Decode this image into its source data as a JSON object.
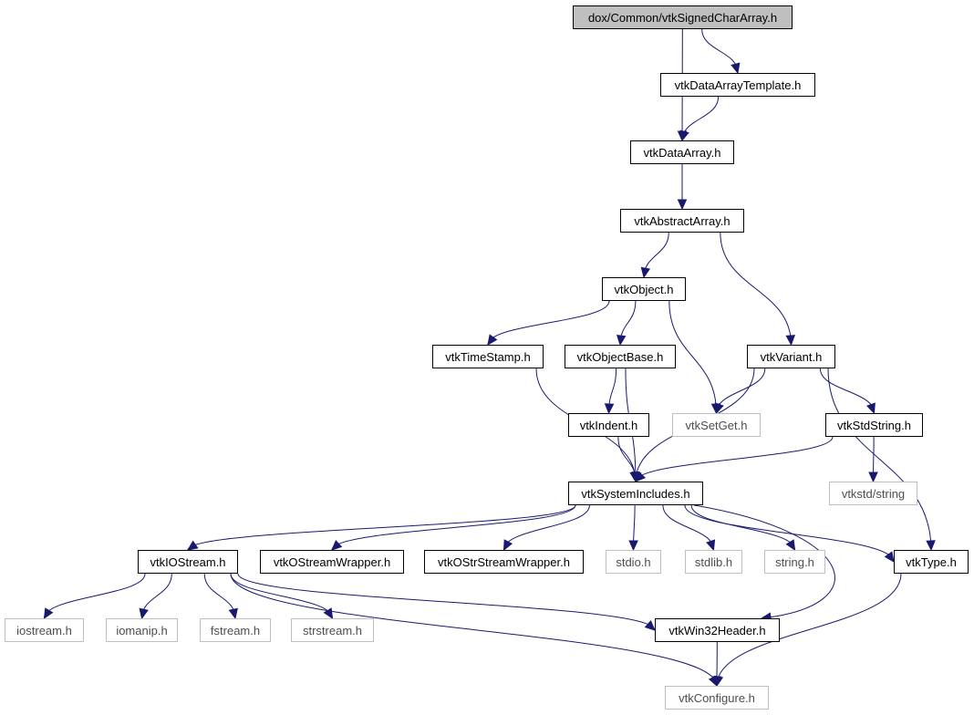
{
  "title": "dox/Common/vtkSignedCharArray.h",
  "colors": {
    "edge": "#191970",
    "root_fill": "#bfbfbf",
    "external_border": "#bfbfbf"
  },
  "nodes": [
    {
      "id": "root",
      "label": "dox/Common/vtkSignedCharArray.h",
      "kind": "root"
    },
    {
      "id": "tmpl",
      "label": "vtkDataArrayTemplate.h",
      "kind": "documented"
    },
    {
      "id": "darr",
      "label": "vtkDataArray.h",
      "kind": "documented"
    },
    {
      "id": "aarr",
      "label": "vtkAbstractArray.h",
      "kind": "documented"
    },
    {
      "id": "obj",
      "label": "vtkObject.h",
      "kind": "documented"
    },
    {
      "id": "ts",
      "label": "vtkTimeStamp.h",
      "kind": "documented"
    },
    {
      "id": "ob",
      "label": "vtkObjectBase.h",
      "kind": "documented"
    },
    {
      "id": "var",
      "label": "vtkVariant.h",
      "kind": "documented"
    },
    {
      "id": "setget",
      "label": "vtkSetGet.h",
      "kind": "external"
    },
    {
      "id": "ind",
      "label": "vtkIndent.h",
      "kind": "documented"
    },
    {
      "id": "stds",
      "label": "vtkStdString.h",
      "kind": "documented"
    },
    {
      "id": "vstr",
      "label": "vtkstd/string",
      "kind": "external"
    },
    {
      "id": "sys",
      "label": "vtkSystemIncludes.h",
      "kind": "documented"
    },
    {
      "id": "ios",
      "label": "vtkIOStream.h",
      "kind": "documented"
    },
    {
      "id": "osw",
      "label": "vtkOStreamWrapper.h",
      "kind": "documented"
    },
    {
      "id": "ossw",
      "label": "vtkOStrStreamWrapper.h",
      "kind": "documented"
    },
    {
      "id": "stdio",
      "label": "stdio.h",
      "kind": "external"
    },
    {
      "id": "stdlib",
      "label": "stdlib.h",
      "kind": "external"
    },
    {
      "id": "string",
      "label": "string.h",
      "kind": "external"
    },
    {
      "id": "type",
      "label": "vtkType.h",
      "kind": "documented"
    },
    {
      "id": "iostream",
      "label": "iostream.h",
      "kind": "external"
    },
    {
      "id": "iomanip",
      "label": "iomanip.h",
      "kind": "external"
    },
    {
      "id": "fstream",
      "label": "fstream.h",
      "kind": "external"
    },
    {
      "id": "strstream",
      "label": "strstream.h",
      "kind": "external"
    },
    {
      "id": "win32",
      "label": "vtkWin32Header.h",
      "kind": "documented"
    },
    {
      "id": "conf",
      "label": "vtkConfigure.h",
      "kind": "external"
    }
  ],
  "edges": [
    [
      "root",
      "tmpl"
    ],
    [
      "root",
      "darr"
    ],
    [
      "tmpl",
      "darr"
    ],
    [
      "darr",
      "aarr"
    ],
    [
      "aarr",
      "obj"
    ],
    [
      "aarr",
      "var"
    ],
    [
      "obj",
      "ts"
    ],
    [
      "obj",
      "ob"
    ],
    [
      "obj",
      "setget"
    ],
    [
      "ts",
      "sys"
    ],
    [
      "ob",
      "ind"
    ],
    [
      "ob",
      "sys"
    ],
    [
      "ind",
      "sys"
    ],
    [
      "var",
      "setget"
    ],
    [
      "var",
      "sys"
    ],
    [
      "var",
      "stds"
    ],
    [
      "var",
      "type"
    ],
    [
      "stds",
      "sys"
    ],
    [
      "stds",
      "vstr"
    ],
    [
      "sys",
      "ios"
    ],
    [
      "sys",
      "osw"
    ],
    [
      "sys",
      "ossw"
    ],
    [
      "sys",
      "stdio"
    ],
    [
      "sys",
      "stdlib"
    ],
    [
      "sys",
      "string"
    ],
    [
      "sys",
      "type"
    ],
    [
      "sys",
      "win32"
    ],
    [
      "ios",
      "iostream"
    ],
    [
      "ios",
      "iomanip"
    ],
    [
      "ios",
      "fstream"
    ],
    [
      "ios",
      "strstream"
    ],
    [
      "ios",
      "win32"
    ],
    [
      "ios",
      "conf"
    ],
    [
      "win32",
      "conf"
    ],
    [
      "type",
      "conf"
    ]
  ]
}
